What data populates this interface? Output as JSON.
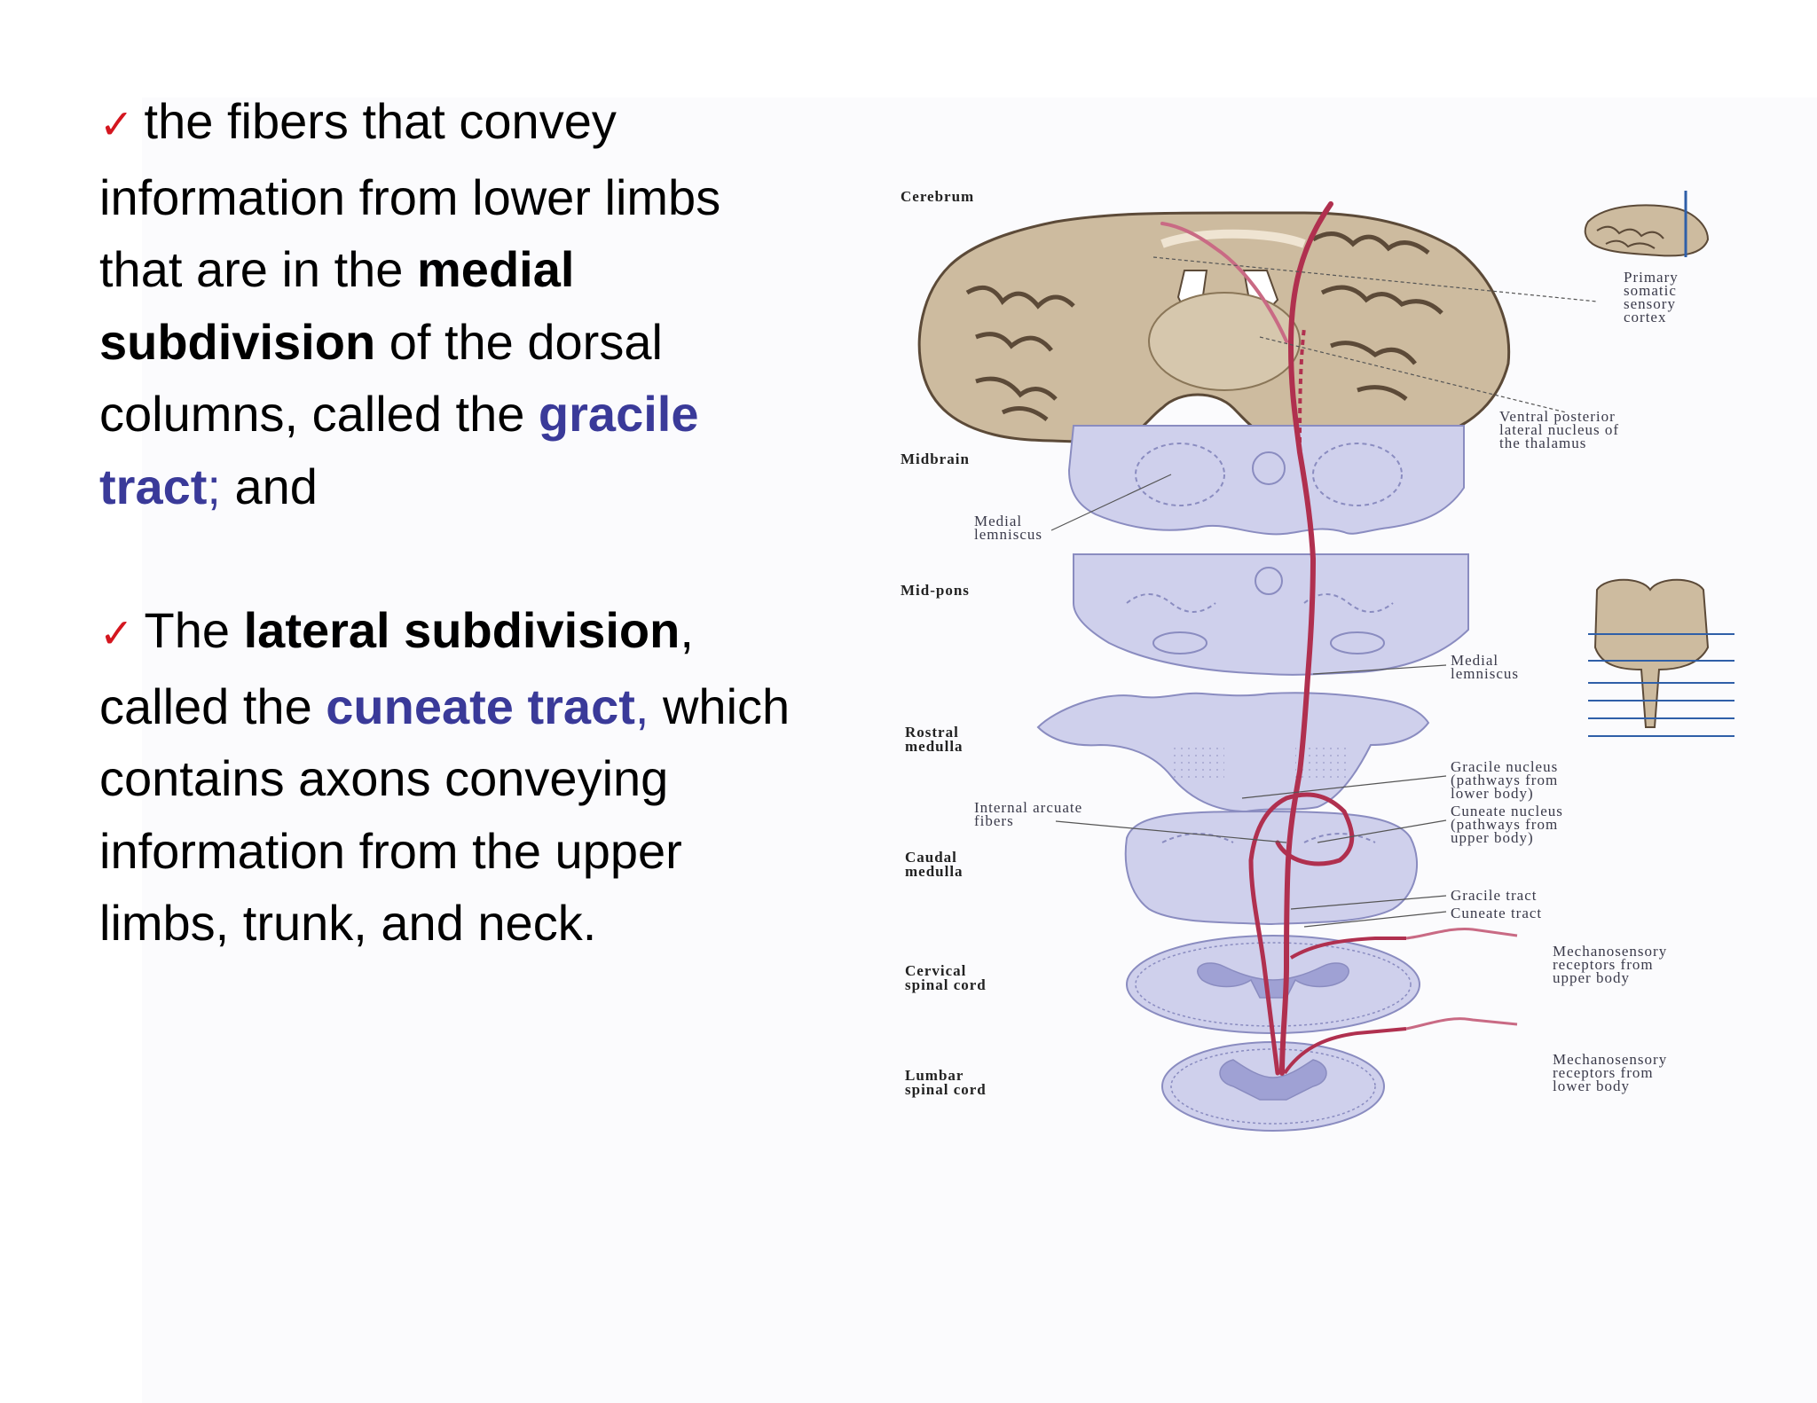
{
  "bullets": [
    {
      "icon": "checkmark-icon",
      "parts": [
        {
          "text": "the fibers that convey information from lower limbs that are in the ",
          "style": "normal"
        },
        {
          "text": "medial subdivision",
          "style": "bold"
        },
        {
          "text": " of the dorsal columns, called the ",
          "style": "normal"
        },
        {
          "text": "gracile tract",
          "style": "blue-bold"
        },
        {
          "text": ";",
          "style": "blue"
        },
        {
          "text": " and",
          "style": "normal"
        }
      ]
    },
    {
      "icon": "checkmark-icon",
      "parts": [
        {
          "text": "The ",
          "style": "normal"
        },
        {
          "text": "lateral subdivision",
          "style": "bold"
        },
        {
          "text": ", called the ",
          "style": "normal"
        },
        {
          "text": "cuneate tract",
          "style": "blue-bold"
        },
        {
          "text": ",",
          "style": "blue"
        },
        {
          "text": " which contains axons conveying information from the upper limbs, trunk, and neck.",
          "style": "normal"
        }
      ]
    }
  ],
  "figure": {
    "level_labels": {
      "cerebrum": "Cerebrum",
      "midbrain": "Midbrain",
      "mid_pons": "Mid-pons",
      "rostral_medulla_1": "Rostral",
      "rostral_medulla_2": "medulla",
      "caudal_medulla_1": "Caudal",
      "caudal_medulla_2": "medulla",
      "cervical_1": "Cervical",
      "cervical_2": "spinal cord",
      "lumbar_1": "Lumbar",
      "lumbar_2": "spinal cord"
    },
    "callouts": {
      "primary_1": "Primary",
      "primary_2": "somatic",
      "primary_3": "sensory",
      "primary_4": "cortex",
      "vpl_1": "Ventral posterior",
      "vpl_2": "lateral nucleus of",
      "vpl_3": "the thalamus",
      "ml_mid_1": "Medial",
      "ml_mid_2": "lemniscus",
      "ml_pons_1": "Medial",
      "ml_pons_2": "lemniscus",
      "gracile_nuc_1": "Gracile nucleus",
      "gracile_nuc_2": "(pathways from",
      "gracile_nuc_3": "lower body)",
      "cuneate_nuc_1": "Cuneate nucleus",
      "cuneate_nuc_2": "(pathways from",
      "cuneate_nuc_3": "upper body)",
      "arcuate_1": "Internal arcuate",
      "arcuate_2": "fibers",
      "gracile_tract": "Gracile tract",
      "cuneate_tract": "Cuneate tract",
      "mech_upper_1": "Mechanosensory",
      "mech_upper_2": "receptors from",
      "mech_upper_3": "upper body",
      "mech_lower_1": "Mechanosensory",
      "mech_lower_2": "receptors from",
      "mech_lower_3": "lower body"
    },
    "colors": {
      "tract": "#b0304f",
      "section_fill": "#cfd0ec",
      "section_stroke": "#8a8cc0",
      "brain_fill": "#cdbb9f",
      "brain_stroke": "#5c4a38",
      "plane_line": "#2f5fa8"
    }
  }
}
